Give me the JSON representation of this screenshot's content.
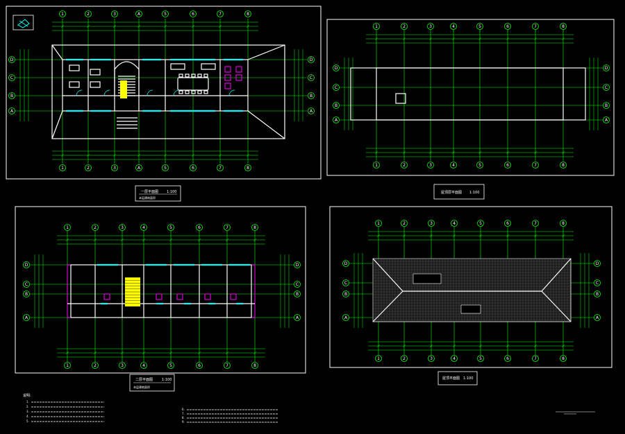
{
  "drawing": {
    "background": "#000000",
    "colors": {
      "grid": "#00ff00",
      "walls": "#ffffff",
      "windows": "#00ffff",
      "partition": "#ff00ff",
      "stair": "#ffff00"
    }
  },
  "panels": [
    {
      "id": "first-floor-plan",
      "col_labels_top": [
        "1",
        "2",
        "3",
        "A",
        "5",
        "6",
        "7",
        "8"
      ],
      "col_labels_bottom": [
        "1",
        "2",
        "3",
        "A",
        "5",
        "6",
        "7",
        "8"
      ],
      "row_labels_left": [
        "D",
        "C",
        "B",
        "A"
      ],
      "row_labels_right": [
        "D",
        "C",
        "B",
        "A"
      ],
      "title": "一层平面图",
      "scale": "1:100",
      "subtitle": "本层建筑面积"
    },
    {
      "id": "roof-structure-plan",
      "col_labels_top": [
        "1",
        "2",
        "3",
        "4",
        "5",
        "6",
        "7",
        "8"
      ],
      "col_labels_bottom": [
        "1",
        "2",
        "3",
        "4",
        "5",
        "6",
        "7",
        "8"
      ],
      "row_labels_left": [
        "D",
        "C",
        "B",
        "A"
      ],
      "row_labels_right": [
        "D",
        "C",
        "B",
        "A"
      ],
      "title": "屋顶层平面图",
      "scale": "1:100"
    },
    {
      "id": "second-floor-plan",
      "col_labels_top": [
        "1",
        "2",
        "3",
        "4",
        "5",
        "6",
        "7",
        "8"
      ],
      "col_labels_bottom": [
        "1",
        "2",
        "3",
        "4",
        "5",
        "6",
        "7",
        "8"
      ],
      "row_labels_left": [
        "D",
        "C",
        "B",
        "A"
      ],
      "row_labels_right": [
        "D",
        "C",
        "B",
        "A"
      ],
      "title": "二层平面图",
      "scale": "1:100",
      "subtitle": "本层建筑面积"
    },
    {
      "id": "roof-plan",
      "col_labels_top": [
        "1",
        "2",
        "3",
        "4",
        "5",
        "6",
        "7",
        "8"
      ],
      "col_labels_bottom": [
        "1",
        "2",
        "3",
        "4",
        "5",
        "6",
        "7",
        "8"
      ],
      "row_labels_left": [
        "D",
        "C",
        "B",
        "A"
      ],
      "row_labels_right": [
        "D",
        "C",
        "B",
        "A"
      ],
      "title": "屋顶平面图",
      "scale": "1:100"
    }
  ],
  "notes": {
    "heading": "说明:",
    "col1": [
      "1.",
      "2.",
      "3.",
      "4.",
      "5."
    ],
    "col2": [
      "6.",
      "7.",
      "8.",
      "9."
    ]
  }
}
